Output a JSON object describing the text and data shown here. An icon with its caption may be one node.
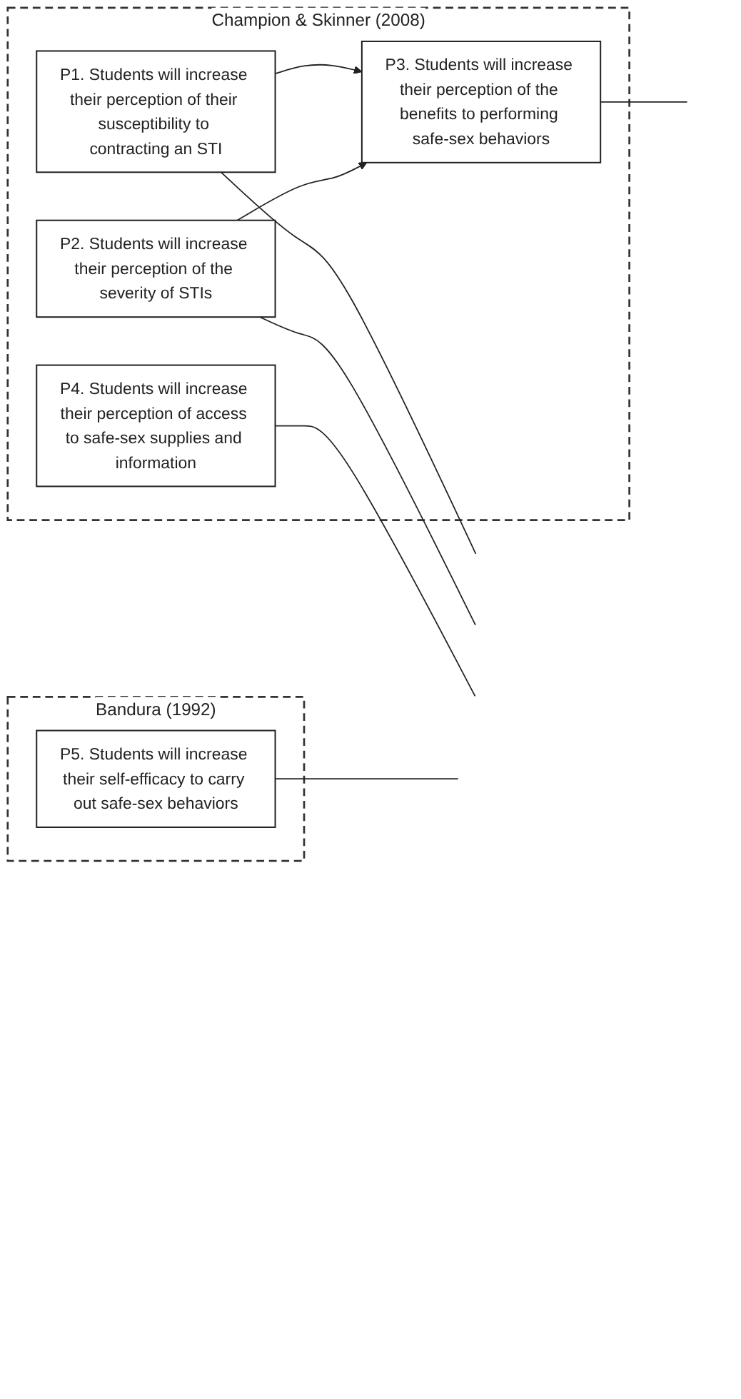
{
  "diagram": {
    "nodes": [
      {
        "text": [
          "Champion & Skinner (2008)"
        ]
      },
      {
        "text": [
          "P1. Students will increase their perception of their susceptibility to contracting an STI"
        ],
        "in": 0
      },
      {
        "text": [
          "P2. Students will increase their perception of the severity of STIs"
        ],
        "in": 0
      },
      {
        "text": [
          "P3. Students will increase their perception of the benefits to performing safe-sex behaviors"
        ],
        "in": 0
      },
      {
        "text": [
          "P4. Students will increase their perception of access to safe-sex supplies and information"
        ],
        "in": 0
      },
      {
        "text": [
          "Bandura (1992)"
        ]
      },
      {
        "text": [
          "P5. Students will increase their self-efficacy to carry out safe-sex behaviors"
        ],
        "in": 5
      }
    ],
    "edges": [
      {
        "from": 1,
        "to": null,
        "arrow": "none"
      },
      {
        "from": 1,
        "to": 3,
        "arrow": "to"
      },
      {
        "from": 2,
        "to": null,
        "arrow": "none"
      },
      {
        "from": 2,
        "to": 3,
        "arrow": "to"
      },
      {
        "from": 3,
        "to": null,
        "arrow": "none"
      },
      {
        "from": 4,
        "to": null,
        "arrow": "none"
      },
      {
        "from": 6,
        "to": null,
        "arrow": "none"
      }
    ]
  }
}
